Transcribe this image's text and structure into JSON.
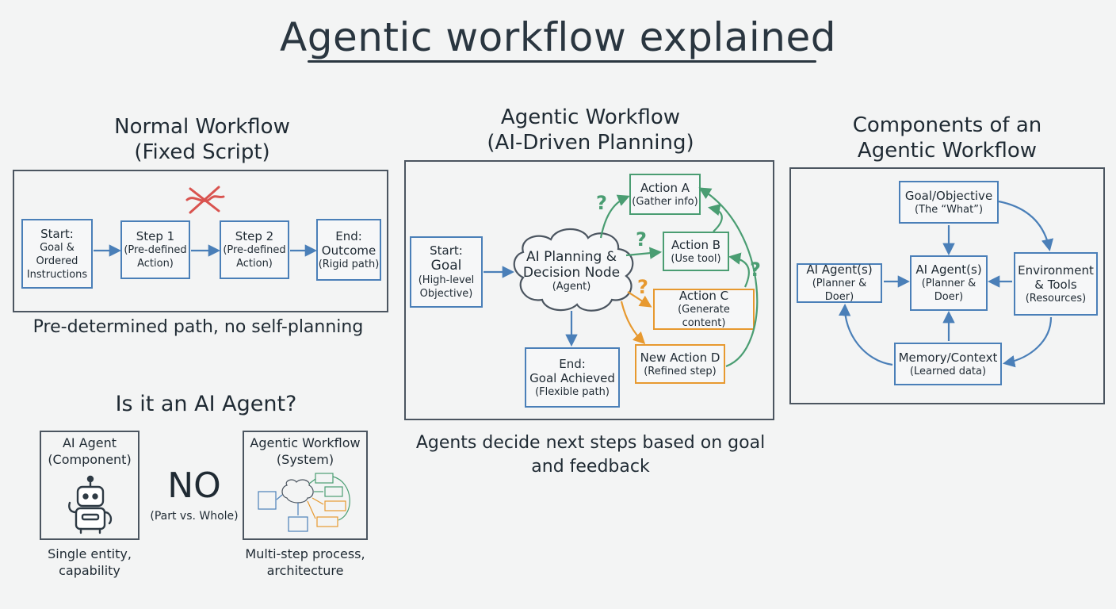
{
  "title": "Agentic workflow explained",
  "normal": {
    "heading_line1": "Normal Workflow",
    "heading_line2": "(Fixed Script)",
    "start": {
      "line1": "Start:",
      "line2": "Goal &",
      "line3": "Ordered",
      "line4": "Instructions"
    },
    "step1": {
      "line1": "Step 1",
      "line2": "(Pre-defined",
      "line3": "Action)"
    },
    "step2": {
      "line1": "Step 2",
      "line2": "(Pre-defined",
      "line3": "Action)"
    },
    "end": {
      "line1": "End:",
      "line2": "Outcome",
      "line3": "(Rigid path)"
    },
    "caption": "Pre-determined path, no self-planning",
    "cross_icon": "red-cross-icon"
  },
  "agentic": {
    "heading_line1": "Agentic Workflow",
    "heading_line2": "(AI-Driven Planning)",
    "start": {
      "line1": "Start:",
      "line2": "Goal",
      "line3": "(High-level",
      "line4": "Objective)"
    },
    "cloud": {
      "line1": "AI Planning &",
      "line2": "Decision Node",
      "line3": "(Agent)"
    },
    "action_a": {
      "line1": "Action A",
      "line2": "(Gather info)"
    },
    "action_b": {
      "line1": "Action B",
      "line2": "(Use tool)"
    },
    "action_c": {
      "line1": "Action C",
      "line2": "(Generate content)"
    },
    "action_d": {
      "line1": "New Action D",
      "line2": "(Refined step)"
    },
    "end": {
      "line1": "End:",
      "line2": "Goal Achieved",
      "line3": "(Flexible path)"
    },
    "question_mark": "?",
    "caption_line1": "Agents decide next steps based on goal",
    "caption_line2": "and feedback",
    "colors": {
      "blue": "#4a7fb8",
      "green": "#4a9d72",
      "orange": "#e7992f"
    }
  },
  "components": {
    "heading_line1": "Components of an",
    "heading_line2": "Agentic Workflow",
    "goal": {
      "line1": "Goal/Objective",
      "line2": "(The “What”)"
    },
    "agent_left": {
      "line1": "AI Agent(s)",
      "line2": "(Planner & Doer)"
    },
    "agent_center": {
      "line1": "AI Agent(s)",
      "line2": "(Planner &",
      "line3": "Doer)"
    },
    "environment": {
      "line1": "Environment",
      "line2": "& Tools",
      "line3": "(Resources)"
    },
    "memory": {
      "line1": "Memory/Context",
      "line2": "(Learned data)"
    }
  },
  "agent_question": {
    "heading": "Is it an AI Agent?",
    "left": {
      "line1": "AI Agent",
      "line2": "(Component)",
      "icon": "robot-icon"
    },
    "no": "NO",
    "part_whole": "(Part vs. Whole)",
    "right": {
      "line1": "Agentic Workflow",
      "line2": "(System)",
      "icon": "mini-workflow-diagram"
    },
    "left_caption_line1": "Single entity,",
    "left_caption_line2": "capability",
    "right_caption_line1": "Multi-step process,",
    "right_caption_line2": "architecture"
  }
}
